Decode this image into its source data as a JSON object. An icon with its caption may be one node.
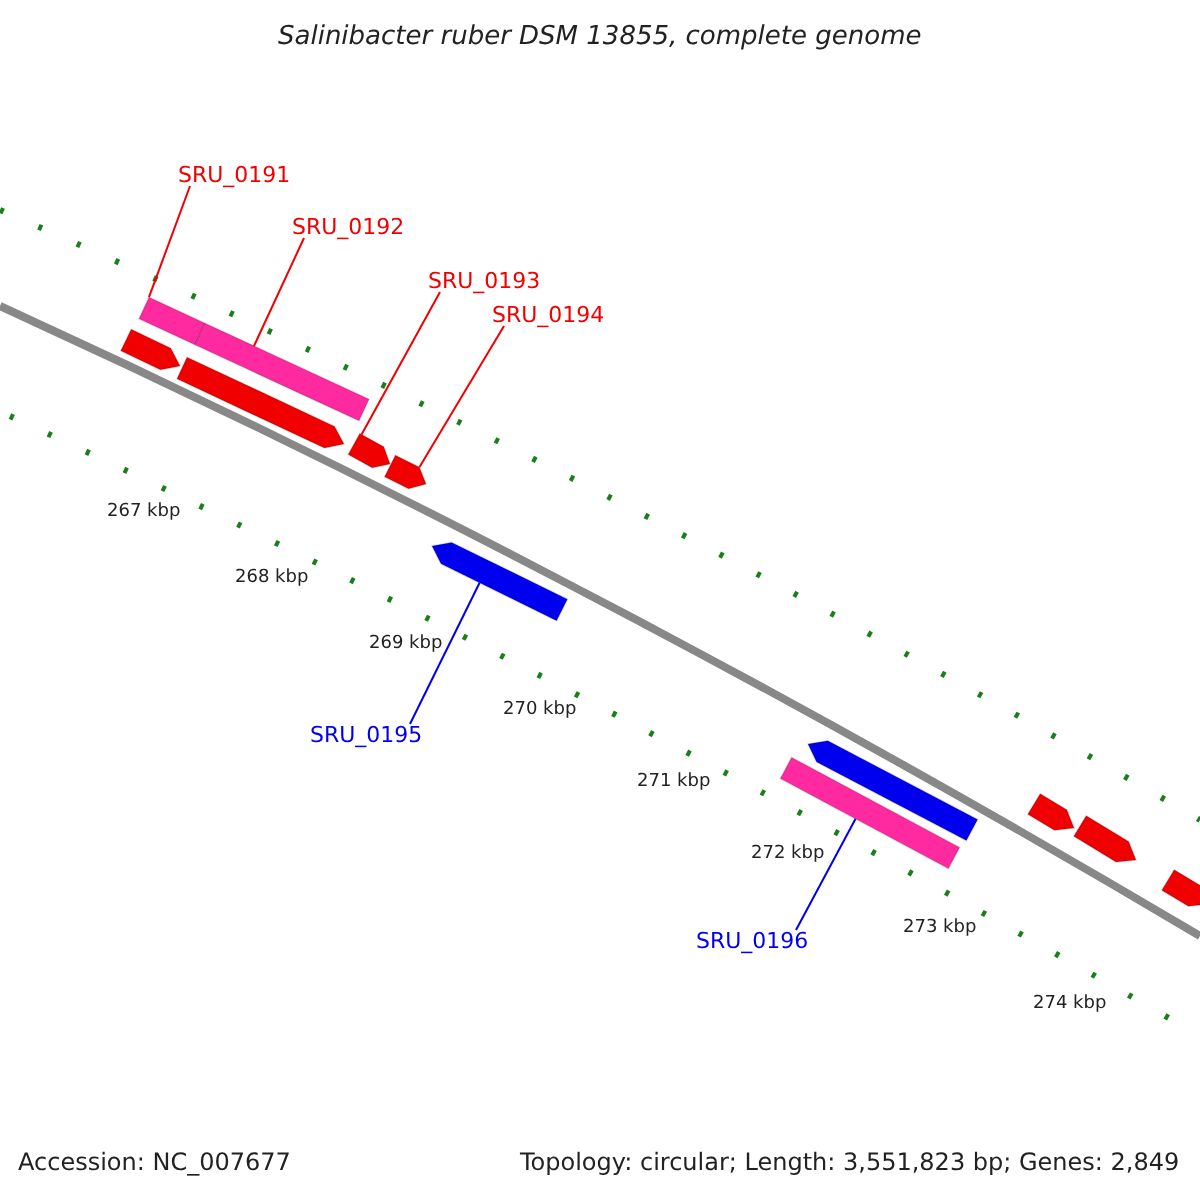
{
  "diagram": {
    "title": "Salinibacter ruber DSM 13855, complete genome",
    "nodes": [
      {
        "text": [
          "SRU_0191"
        ]
      },
      {
        "text": [
          "SRU_0192"
        ]
      },
      {
        "text": [
          "SRU_0193"
        ]
      },
      {
        "text": [
          "SRU_0194"
        ]
      },
      {
        "text": [
          "SRU_0195"
        ]
      },
      {
        "text": [
          "SRU_0196"
        ]
      },
      {
        "text": [],
        "shape": "bar"
      },
      {
        "text": [],
        "shape": "bar"
      },
      {
        "text": [],
        "shape": "arrow"
      },
      {
        "text": [],
        "shape": "arrow"
      },
      {
        "text": [],
        "shape": "arrow"
      },
      {
        "text": [],
        "shape": "bar"
      },
      {
        "text": [],
        "shape": "arrow"
      },
      {
        "text": [],
        "shape": "arrow"
      },
      {
        "text": [],
        "shape": "arrow"
      },
      {
        "text": [],
        "shape": "arrow"
      },
      {
        "text": [],
        "shape": "arrow"
      },
      {
        "text": [],
        "shape": "arrow"
      }
    ],
    "edges": [
      {
        "from": 0,
        "to": 6,
        "arrow": "none"
      },
      {
        "from": 1,
        "to": 7,
        "arrow": "none"
      },
      {
        "from": 2,
        "to": 8,
        "arrow": "none"
      },
      {
        "from": 3,
        "to": 9,
        "arrow": "none"
      },
      {
        "from": 4,
        "to": 10,
        "arrow": "none",
        "color": "#0000ee"
      },
      {
        "from": 5,
        "to": 11,
        "arrow": "none",
        "color": "#0000ee"
      }
    ],
    "labels": [
      "267 kbp",
      "268 kbp",
      "269 kbp",
      "270 kbp",
      "271 kbp",
      "272 kbp",
      "273 kbp",
      "274 kbp",
      "Accession: NC_007677",
      "Topology: circular; Length: 3,551,823 bp; Genes: 2,849"
    ]
  }
}
